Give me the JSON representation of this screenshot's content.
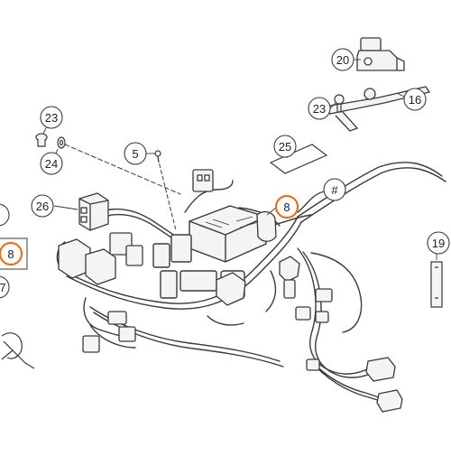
{
  "diagram": {
    "colors": {
      "line": "#3a3a3a",
      "part_fill": "#f4f4f4",
      "highlight": "#e8721c",
      "label_fill": "#ffffff"
    },
    "callouts": {
      "c20": "20",
      "c23a": "23",
      "c23b": "23",
      "c16": "16",
      "c24": "24",
      "c5": "5",
      "c25": "25",
      "c26": "26",
      "c8a": "8",
      "c8b": "8",
      "c_hash": "#",
      "c19": "19",
      "c7": "7"
    },
    "highlighted_callouts": [
      "c8a",
      "c8b"
    ]
  }
}
